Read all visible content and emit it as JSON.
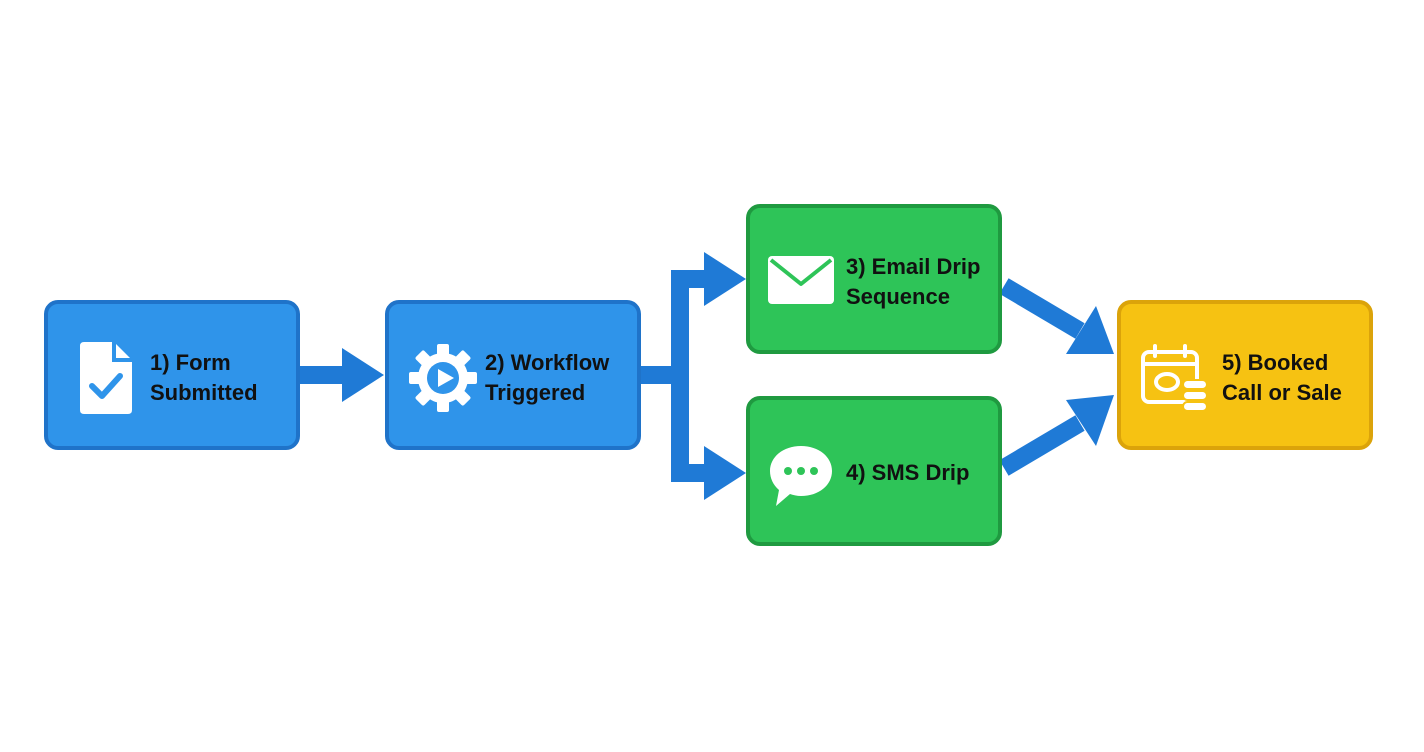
{
  "colors": {
    "blue_fill": "#2f94ea",
    "blue_border": "#1f73c9",
    "green_fill": "#2ec458",
    "green_border": "#1f9a40",
    "yellow_fill": "#f6c212",
    "yellow_border": "#dba30a",
    "arrow": "#1f7ad6",
    "icon_white": "#ffffff"
  },
  "nodes": [
    {
      "id": "form-submitted",
      "lines": [
        "1) Form",
        "Submitted"
      ],
      "icon": "document-check-icon",
      "color": "blue"
    },
    {
      "id": "workflow-triggered",
      "lines": [
        "2) Workflow",
        "Triggered"
      ],
      "icon": "gear-play-icon",
      "color": "blue"
    },
    {
      "id": "email-drip",
      "lines": [
        "3) Email Drip",
        "Sequence"
      ],
      "icon": "envelope-icon",
      "color": "green"
    },
    {
      "id": "sms-drip",
      "lines": [
        "4) SMS Drip"
      ],
      "icon": "chat-bubble-icon",
      "color": "green"
    },
    {
      "id": "booked-call",
      "lines": [
        "5) Booked",
        "Call or Sale"
      ],
      "icon": "calendar-coins-icon",
      "color": "yellow"
    }
  ],
  "edges": [
    {
      "from": "form-submitted",
      "to": "workflow-triggered"
    },
    {
      "from": "workflow-triggered",
      "to": "email-drip"
    },
    {
      "from": "workflow-triggered",
      "to": "sms-drip"
    },
    {
      "from": "email-drip",
      "to": "booked-call"
    },
    {
      "from": "sms-drip",
      "to": "booked-call"
    }
  ]
}
